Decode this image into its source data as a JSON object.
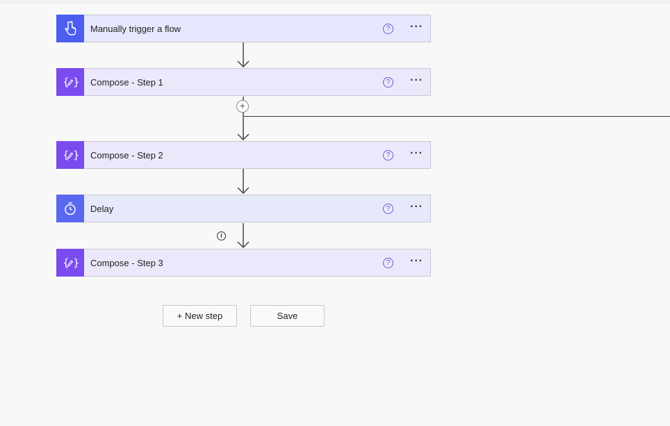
{
  "steps": [
    {
      "title": "Manually trigger a flow",
      "type": "trigger",
      "icon": "hand-pointer-icon"
    },
    {
      "title": "Compose - Step 1",
      "type": "compose",
      "icon": "compose-braces-icon"
    },
    {
      "title": "Compose - Step 2",
      "type": "compose",
      "icon": "compose-braces-icon"
    },
    {
      "title": "Delay",
      "type": "delay",
      "icon": "stopwatch-icon"
    },
    {
      "title": "Compose - Step 3",
      "type": "compose",
      "icon": "compose-braces-icon"
    }
  ],
  "step_help_glyph": "?",
  "step_more_glyph": "···",
  "insert_glyph": "+",
  "info_glyph": "i",
  "actions": {
    "new_step_label": "+ New step",
    "save_label": "Save"
  },
  "colors": {
    "trigger_accent": "#4b5ef0",
    "compose_accent": "#7a4cf0",
    "delay_accent": "#5a68f0",
    "help_icon": "#6b5ad6"
  }
}
